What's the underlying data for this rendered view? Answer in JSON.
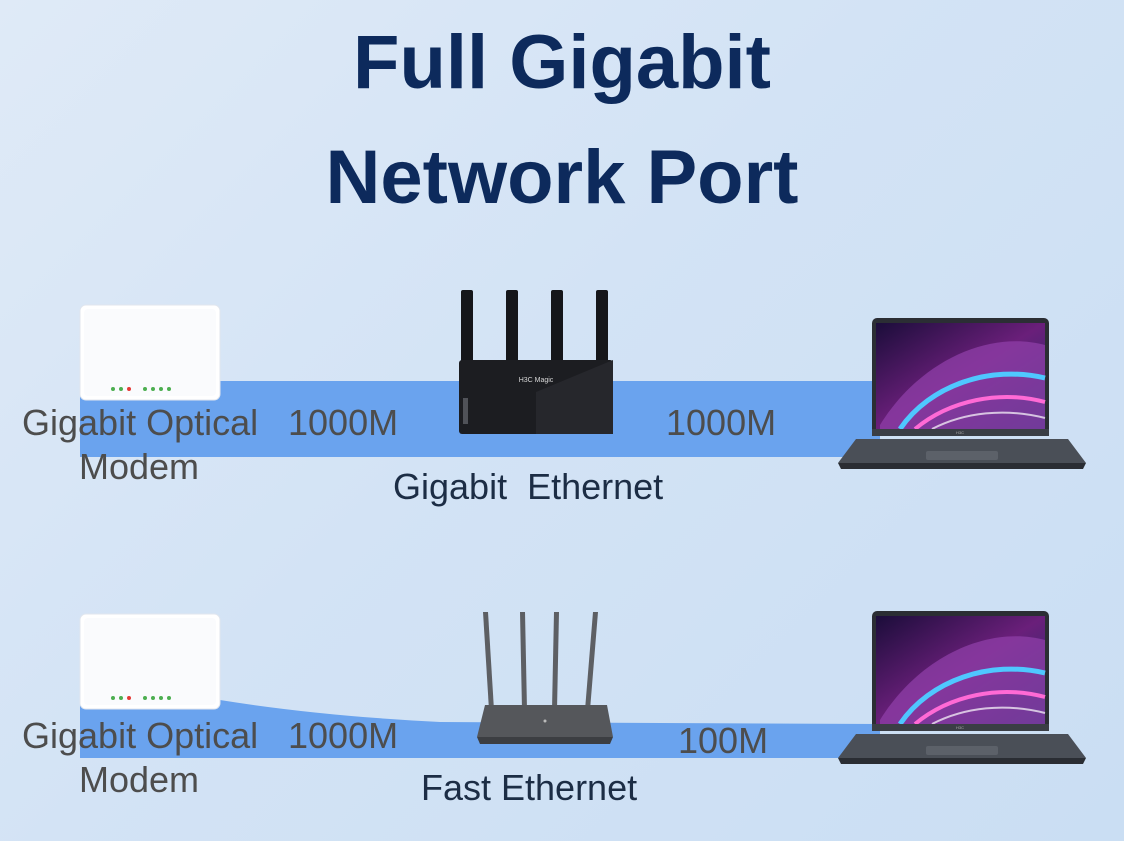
{
  "header": {
    "title_line1": "Full Gigabit",
    "title_line2": "Network Port"
  },
  "colors": {
    "title": "#0d2a5c",
    "link_band": "#6aa3ee",
    "background": "#d6e5f5"
  },
  "top_row": {
    "modem_label_line1": "Gigabit Optical",
    "modem_label_line2": "Modem",
    "link_left": "1000M",
    "link_right": "1000M",
    "router_caption": "Gigabit  Ethernet",
    "router_brand": "H3C Magic",
    "laptop_brand": "H3C"
  },
  "bottom_row": {
    "modem_label_line1": "Gigabit Optical",
    "modem_label_line2": "Modem",
    "link_left": "1000M",
    "link_right": "100M",
    "router_caption": "Fast Ethernet",
    "laptop_brand": "H3C"
  }
}
